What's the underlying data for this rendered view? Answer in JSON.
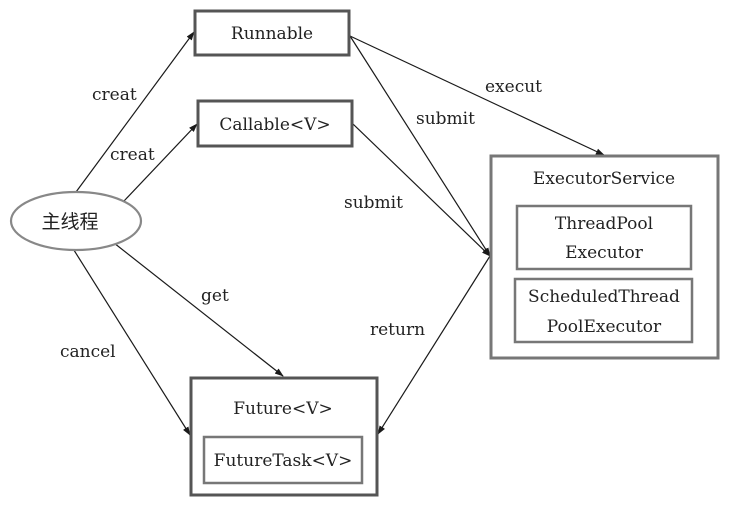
{
  "nodes": {
    "main_thread": "主线程",
    "runnable": "Runnable",
    "callable": "Callable<V>",
    "executor_service": "ExecutorService",
    "thread_pool_line1": "ThreadPool",
    "thread_pool_line2": "Executor",
    "scheduled_line1": "ScheduledThread",
    "scheduled_line2": "PoolExecutor",
    "future": "Future<V>",
    "future_task": "FutureTask<V>"
  },
  "edges": {
    "creat_runnable": "creat",
    "creat_callable": "creat",
    "execut": "execut",
    "submit_runnable": "submit",
    "submit_callable": "submit",
    "get": "get",
    "cancel": "cancel",
    "return": "return"
  },
  "colors": {
    "line": "#1a1a1a",
    "box_border": "#555555",
    "inner_border": "#777777",
    "ellipse_border": "#888888",
    "text": "#222222"
  }
}
